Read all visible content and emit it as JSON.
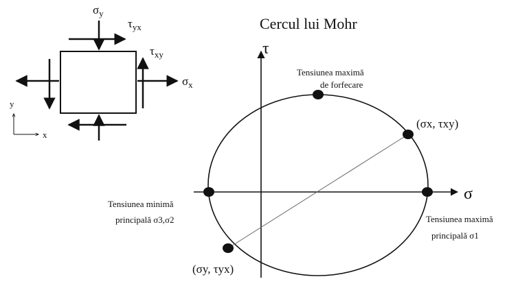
{
  "title": "Cercul lui Mohr",
  "element": {
    "sigma_y": "σy",
    "tau_yx": "τyx",
    "tau_xy": "τxy",
    "sigma_x": "σx",
    "axis_y": "y",
    "axis_x": "x"
  },
  "mohr": {
    "axis_tau": "τ",
    "axis_sigma": "σ",
    "max_shear_line1": "Tensiunea maximă",
    "max_shear_line2": "de forfecare",
    "point_x": "(σx, τxy)",
    "point_y": "(σy, τyx)",
    "min_principal_line1": "Tensiunea minimă",
    "min_principal_line2": "principală σ3,σ2",
    "max_principal_line1": "Tensiunea maximă",
    "max_principal_line2": "principală σ1"
  }
}
